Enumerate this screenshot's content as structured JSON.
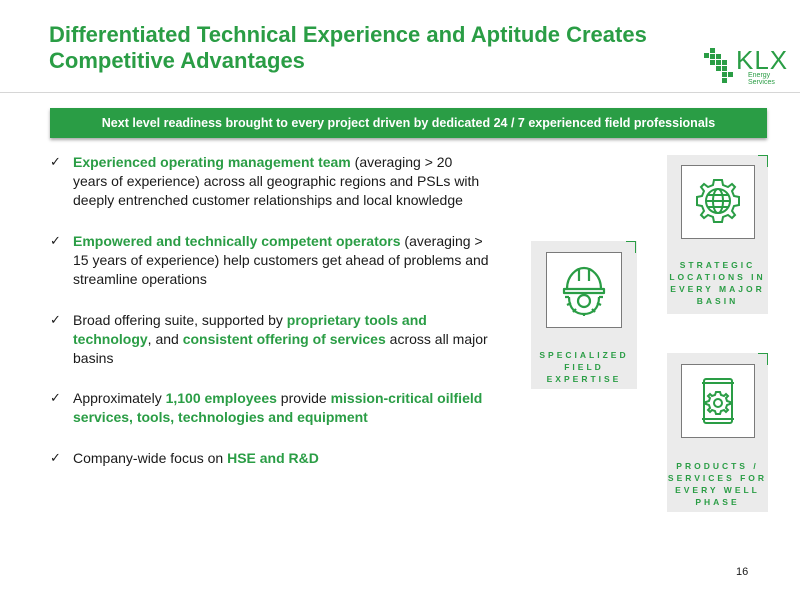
{
  "title": {
    "line1": "Differentiated Technical Experience and Aptitude Creates",
    "line2": "Competitive Advantages"
  },
  "logo": {
    "name": "KLX",
    "subtitle": "Energy Services"
  },
  "banner": "Next level readiness brought to every project driven by dedicated 24 / 7 experienced field professionals",
  "bullets": [
    [
      {
        "t": "Experienced operating management team",
        "hl": true
      },
      {
        "t": " (averaging > 20 years of experience) across all geographic regions and PSLs with deeply entrenched customer relationships and local knowledge",
        "hl": false
      }
    ],
    [
      {
        "t": "Empowered and technically competent operators",
        "hl": true
      },
      {
        "t": " (averaging > 15 years of experience) help customers get ahead of problems and streamline operations",
        "hl": false
      }
    ],
    [
      {
        "t": "Broad offering suite, supported by ",
        "hl": false
      },
      {
        "t": "proprietary tools and technology",
        "hl": true
      },
      {
        "t": ", and ",
        "hl": false
      },
      {
        "t": "consistent offering of services",
        "hl": true
      },
      {
        "t": " across all major basins",
        "hl": false
      }
    ],
    [
      {
        "t": "Approximately ",
        "hl": false
      },
      {
        "t": "1,100 employees",
        "hl": true
      },
      {
        "t": " provide ",
        "hl": false
      },
      {
        "t": "mission-critical oilfield services, tools, technologies and equipment",
        "hl": true
      }
    ],
    [
      {
        "t": "Company-wide focus on ",
        "hl": false
      },
      {
        "t": "HSE and R&D",
        "hl": true
      }
    ]
  ],
  "cards": {
    "field": {
      "label_lines": [
        "SPECIALIZED",
        "FIELD",
        "EXPERTISE"
      ],
      "icon": "hard-hat-gear-icon"
    },
    "basin": {
      "label_lines": [
        "STRATEGIC",
        "LOCATIONS IN",
        "EVERY MAJOR",
        "BASIN"
      ],
      "icon": "globe-gear-icon"
    },
    "products": {
      "label_lines": [
        "PRODUCTS /",
        "SERVICES FOR",
        "EVERY WELL",
        "PHASE"
      ],
      "icon": "barrel-gear-icon"
    }
  },
  "page_number": "16",
  "colors": {
    "brand_green": "#2a9d45",
    "card_gray": "#ebebeb"
  }
}
